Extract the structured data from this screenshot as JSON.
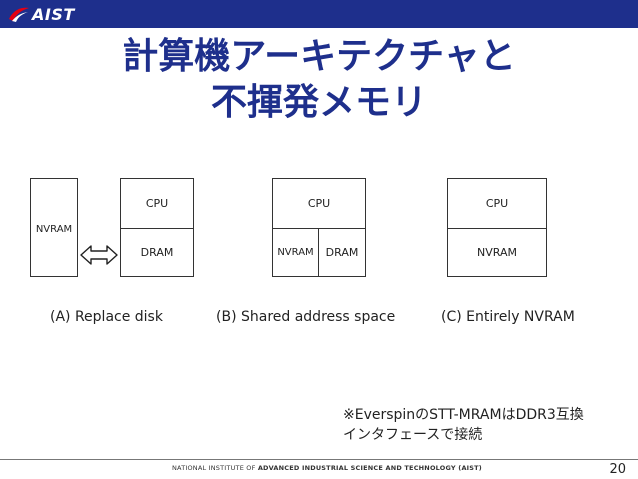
{
  "header": {
    "logo_text": "AIST"
  },
  "slide": {
    "title_line1": "計算機アーキテクチャと",
    "title_line2": "不揮発メモリ"
  },
  "diagrams": {
    "a": {
      "nvram": "NVRAM",
      "cpu": "CPU",
      "dram": "DRAM",
      "caption": "(A) Replace disk"
    },
    "b": {
      "cpu": "CPU",
      "nvram": "NVRAM",
      "dram": "DRAM",
      "caption": "(B) Shared address space"
    },
    "c": {
      "cpu": "CPU",
      "nvram": "NVRAM",
      "caption": "(C) Entirely NVRAM"
    }
  },
  "note": {
    "line1": "※EverspinのSTT-MRAMはDDR3互換",
    "line2": "インタフェースで接続"
  },
  "footer": {
    "prefix": "NATIONAL INSTITUTE OF",
    "name": "ADVANCED INDUSTRIAL SCIENCE AND TECHNOLOGY (AIST)",
    "page_number": "20"
  }
}
